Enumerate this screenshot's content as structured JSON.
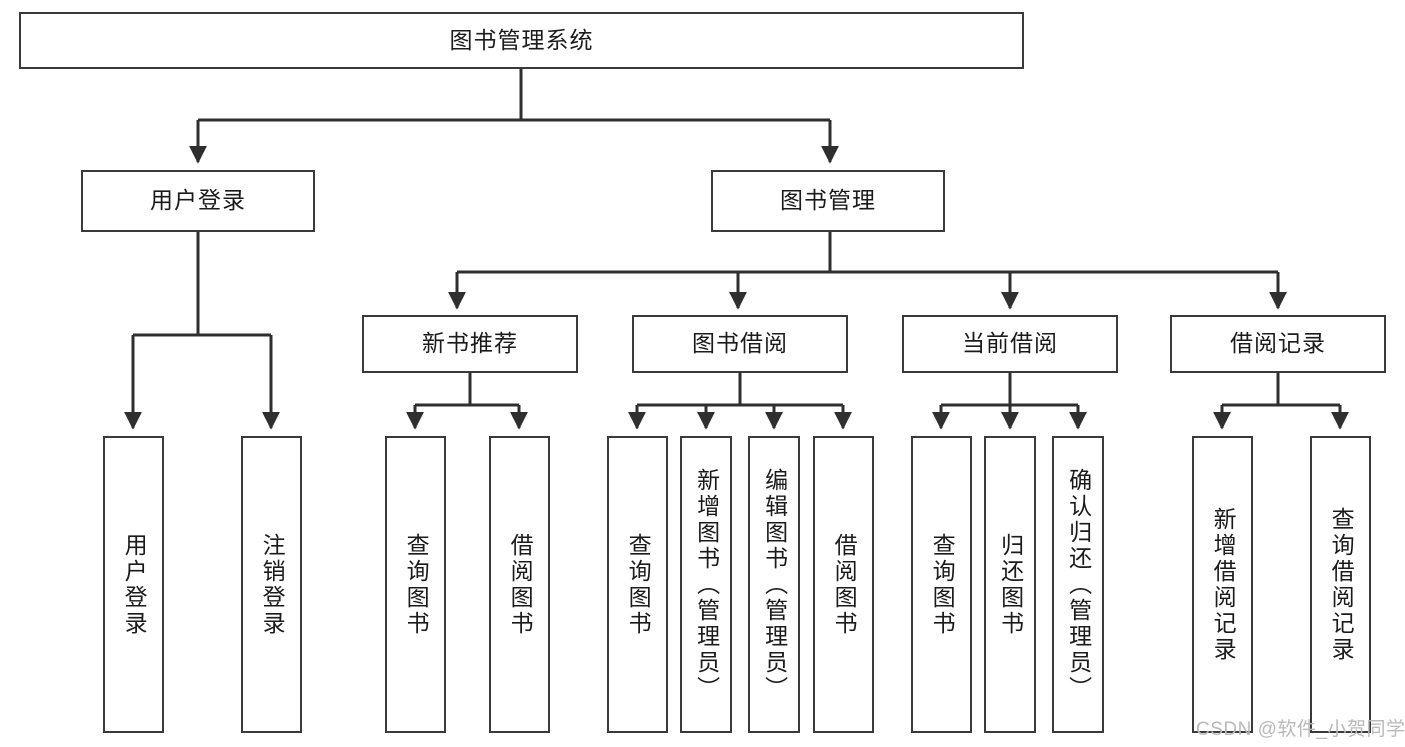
{
  "diagram": {
    "type": "tree-hierarchy-chart",
    "title": "图书管理系统",
    "root": {
      "id": "root",
      "label": "图书管理系统"
    },
    "level2": [
      {
        "id": "user-login",
        "label": "用户登录"
      },
      {
        "id": "book-manage",
        "label": "图书管理"
      }
    ],
    "level3": [
      {
        "id": "new-book-recommend",
        "label": "新书推荐",
        "parent": "book-manage"
      },
      {
        "id": "book-borrow",
        "label": "图书借阅",
        "parent": "book-manage"
      },
      {
        "id": "current-borrow",
        "label": "当前借阅",
        "parent": "book-manage"
      },
      {
        "id": "borrow-record",
        "label": "借阅记录",
        "parent": "book-manage"
      }
    ],
    "leaves": [
      {
        "id": "leaf-user-login",
        "label": "用户登录",
        "parent": "user-login"
      },
      {
        "id": "leaf-logout-login",
        "label": "注销登录",
        "parent": "user-login"
      },
      {
        "id": "leaf-query-book-1",
        "label": "查询图书",
        "parent": "new-book-recommend"
      },
      {
        "id": "leaf-borrow-book-1",
        "label": "借阅图书",
        "parent": "new-book-recommend"
      },
      {
        "id": "leaf-query-book-2",
        "label": "查询图书",
        "parent": "book-borrow"
      },
      {
        "id": "leaf-add-book",
        "label": "新增图书（管理员）",
        "parent": "book-borrow"
      },
      {
        "id": "leaf-edit-book",
        "label": "编辑图书（管理员）",
        "parent": "book-borrow"
      },
      {
        "id": "leaf-borrow-book-2",
        "label": "借阅图书",
        "parent": "book-borrow"
      },
      {
        "id": "leaf-query-book-3",
        "label": "查询图书",
        "parent": "current-borrow"
      },
      {
        "id": "leaf-return-book",
        "label": "归还图书",
        "parent": "current-borrow"
      },
      {
        "id": "leaf-confirm-return",
        "label": "确认归还（管理员）",
        "parent": "current-borrow"
      },
      {
        "id": "leaf-add-record",
        "label": "新增借阅记录",
        "parent": "borrow-record"
      },
      {
        "id": "leaf-query-record",
        "label": "查询借阅记录",
        "parent": "borrow-record"
      }
    ],
    "watermark": "CSDN @软件_小贺同学",
    "colors": {
      "stroke": "#3a3a3a",
      "fill": "#ffffff",
      "text": "#1b1b1b",
      "watermark": "#b9b9b9"
    }
  }
}
